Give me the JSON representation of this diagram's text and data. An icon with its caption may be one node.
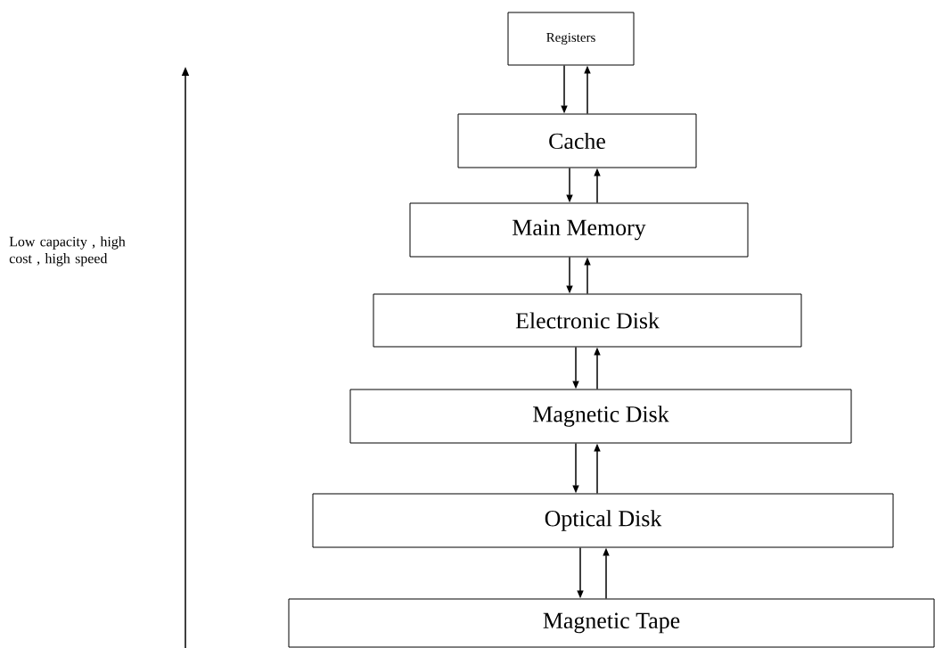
{
  "diagram": {
    "nodes": [
      {
        "text": [
          "Registers"
        ]
      },
      {
        "text": [
          "Cache"
        ]
      },
      {
        "text": [
          "Main Memory"
        ]
      },
      {
        "text": [
          "Electronic Disk"
        ]
      },
      {
        "text": [
          "Magnetic Disk"
        ]
      },
      {
        "text": [
          "Optical Disk"
        ]
      },
      {
        "text": [
          "Magnetic Tape"
        ]
      }
    ],
    "edges": [
      {
        "from": 0,
        "to": 1,
        "arrow": "to"
      },
      {
        "from": 1,
        "to": 0,
        "arrow": "to"
      },
      {
        "from": 1,
        "to": 2,
        "arrow": "to"
      },
      {
        "from": 2,
        "to": 1,
        "arrow": "to"
      },
      {
        "from": 2,
        "to": 3,
        "arrow": "to"
      },
      {
        "from": 3,
        "to": 2,
        "arrow": "to"
      },
      {
        "from": 3,
        "to": 4,
        "arrow": "to"
      },
      {
        "from": 4,
        "to": 3,
        "arrow": "to"
      },
      {
        "from": 4,
        "to": 5,
        "arrow": "to"
      },
      {
        "from": 5,
        "to": 4,
        "arrow": "to"
      },
      {
        "from": 5,
        "to": 6,
        "arrow": "to"
      },
      {
        "from": 6,
        "to": 5,
        "arrow": "to"
      }
    ],
    "labels": [
      "Low capacity , high cost , high speed"
    ]
  }
}
